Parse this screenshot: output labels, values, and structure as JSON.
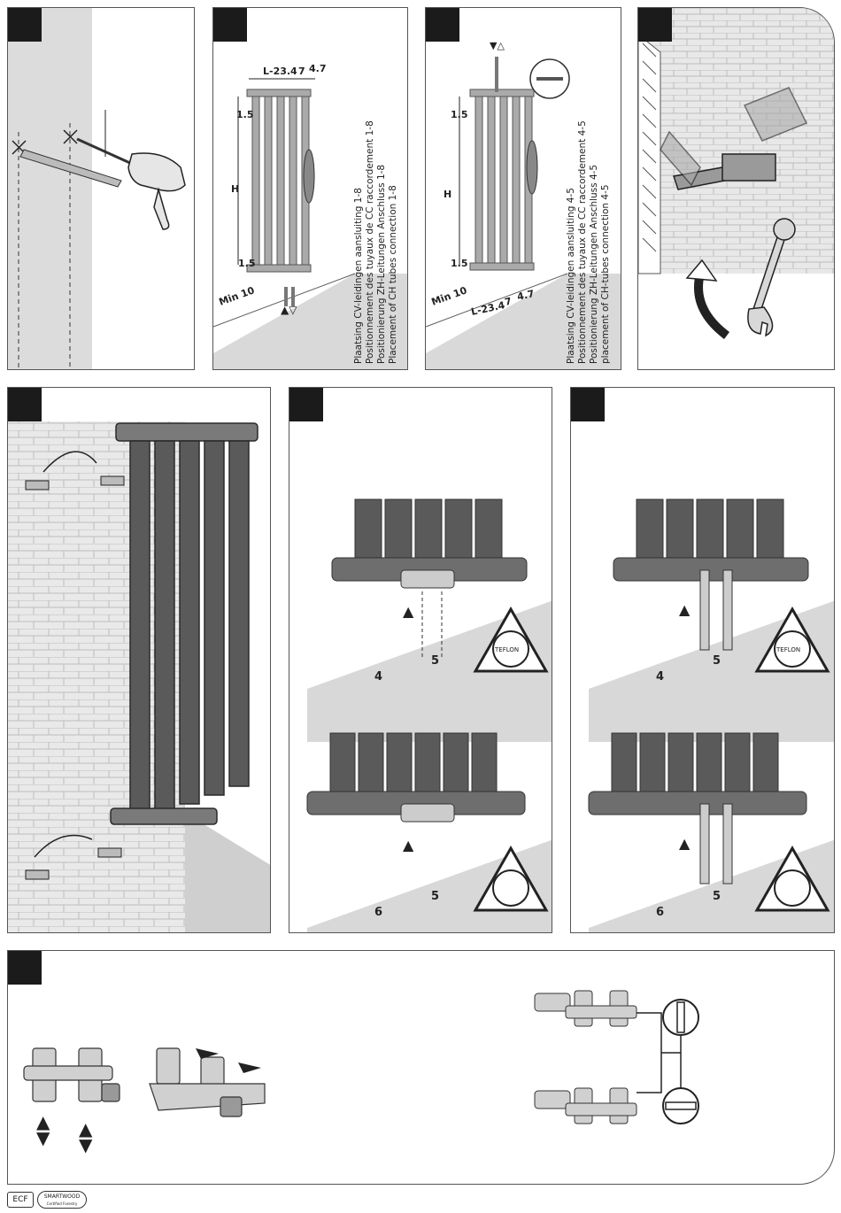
{
  "steps": [
    {
      "id": 1
    },
    {
      "id": 2,
      "caption_lines": [
        "Plaatsing CV-leidingen aansluiting 1-8",
        "Positionnement des tuyaux de CC raccordement 1-8",
        "Positionierung ZH-Leitungen Anschluss 1-8",
        "Placement of CH tubes connection 1-8"
      ],
      "dims": {
        "top_a": "L-23.4",
        "top_b": "7",
        "top_c": "4.7",
        "top_gap": "1.5",
        "height": "H",
        "bottom_gap": "1.5",
        "min": "Min 10"
      }
    },
    {
      "id": 3,
      "caption_lines": [
        "Plaatsing CV-leidingen aansluiting 4-5",
        "Positionnement des tuyaux de CC raccordement 4-5",
        "Positionierung ZH-Leitungen Anschluss 4-5",
        "placement of CH-tubes connection 4-5"
      ],
      "dims": {
        "top_gap": "1.5",
        "height": "H",
        "bottom_gap": "1.5",
        "min": "Min 10",
        "bot_a": "L-23.4",
        "bot_b": "7",
        "bot_c": "4.7"
      }
    },
    {
      "id": 4
    },
    {
      "id": 5
    },
    {
      "id": 6,
      "dims": {
        "upper_left": "4",
        "upper_right": "5",
        "lower_left": "6",
        "lower_right": "5"
      },
      "tape_label": "TEFLON"
    },
    {
      "id": 7,
      "dims": {
        "upper_left": "4",
        "upper_right": "5",
        "lower_left": "6",
        "lower_right": "5"
      },
      "tape_label": "TEFLON"
    },
    {
      "id": 8
    }
  ],
  "footer": {
    "logo_left": "ECF",
    "logo_right": "SMARTWOOD",
    "logo_right_sub": "Certified Forestry"
  },
  "colors": {
    "wall": "#d9d9d9",
    "radiator": "#5a5a5a",
    "frame": "#555555",
    "box": "#1b1b1b"
  }
}
